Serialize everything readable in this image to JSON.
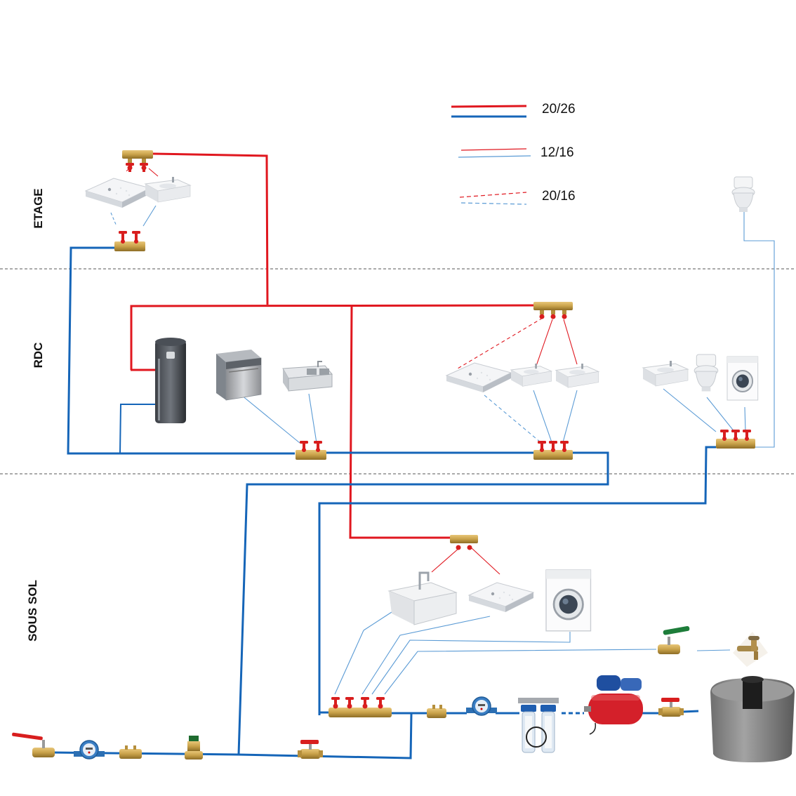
{
  "floors": {
    "etage": "ETAGE",
    "rdc": "RDC",
    "sous_sol": "SOUS SOL"
  },
  "legend": [
    {
      "label": "20/26",
      "style": "thick"
    },
    {
      "label": "12/16",
      "style": "thin"
    },
    {
      "label": "20/16",
      "style": "dashed"
    }
  ],
  "colors": {
    "hot_water": "#e0171f",
    "cold_water": "#1565b8",
    "thin_cold": "#5b9bd5",
    "floor_divider": "#555555",
    "brass": "#c9a24a",
    "valve_handle": "#d81e1e"
  },
  "icons": [
    "shower-tray-icon",
    "washbasin-icon",
    "toilet-icon",
    "washing-machine-icon",
    "dishwasher-icon",
    "kitchen-sink-icon",
    "water-heater-icon",
    "utility-sink-icon",
    "manifold-icon",
    "ball-valve-icon",
    "water-meter-icon",
    "pressure-reducer-icon",
    "water-filter-icon",
    "booster-pump-icon",
    "water-tank-icon",
    "garden-tap-icon"
  ]
}
